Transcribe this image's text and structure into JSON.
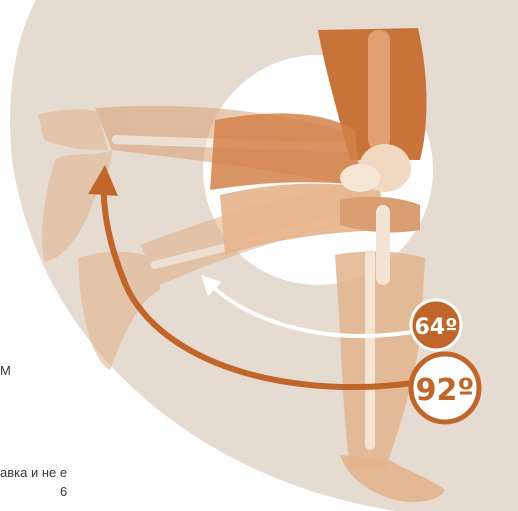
{
  "illustration": {
    "badges": {
      "small_angle": "64º",
      "large_angle": "92º"
    },
    "side_text": {
      "line_1": "M",
      "line_2": "авка и не е",
      "line_3": "6"
    },
    "colors": {
      "background_panel": "#e6dbd1",
      "circle_fill": "#ffffff",
      "arc_orange": "#c1662a",
      "arc_white": "#ffffff",
      "skin_light": "#e2b48e",
      "skin_mid": "#d99e72",
      "skin_dark": "#c8733a",
      "bone": "#f3e4d3",
      "badge_fill": "#c1662a"
    }
  }
}
